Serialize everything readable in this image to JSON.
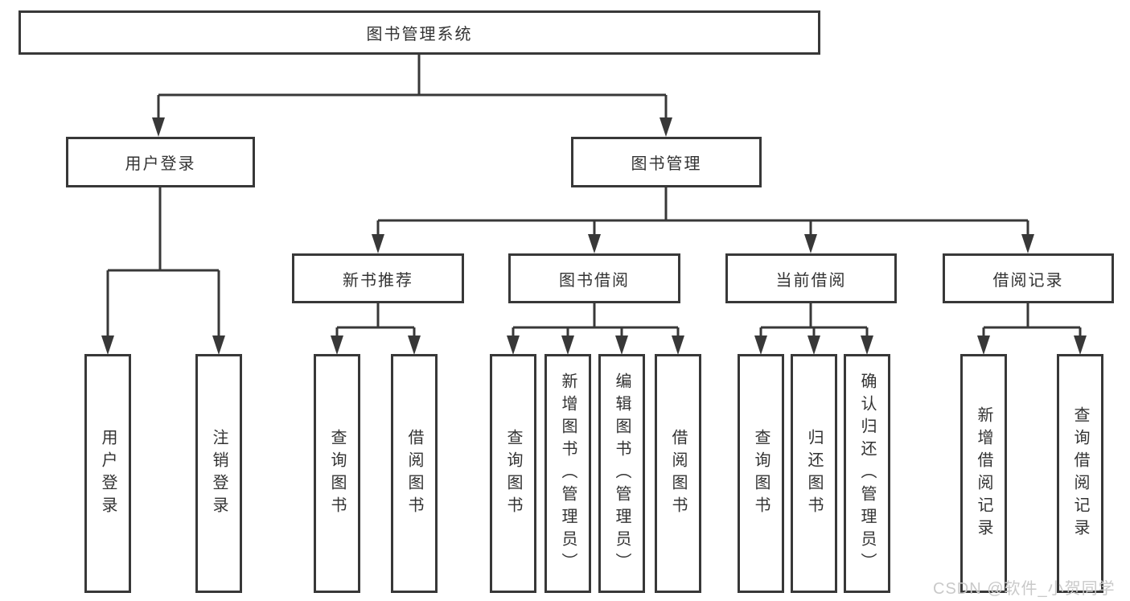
{
  "diagram_title": "图书管理系统",
  "nodes": {
    "root": "图书管理系统",
    "login": {
      "label": "用户登录",
      "children": [
        "用户登录",
        "注销登录"
      ]
    },
    "mgmt": {
      "label": "图书管理"
    },
    "recommend": {
      "label": "新书推荐",
      "children": [
        "查询图书",
        "借阅图书"
      ]
    },
    "borrow": {
      "label": "图书借阅",
      "children": [
        "查询图书",
        "新增图书（管理员）",
        "编辑图书（管理员）",
        "借阅图书"
      ]
    },
    "current": {
      "label": "当前借阅",
      "children": [
        "查询图书",
        "归还图书",
        "确认归还（管理员）"
      ]
    },
    "records": {
      "label": "借阅记录",
      "children": [
        "新增借阅记录",
        "查询借阅记录"
      ]
    }
  },
  "watermark": "CSDN @软件_小贺同学",
  "colors": {
    "line": "#383838",
    "text": "#333333",
    "background": "#ffffff",
    "watermark": "#c9c9c9"
  }
}
